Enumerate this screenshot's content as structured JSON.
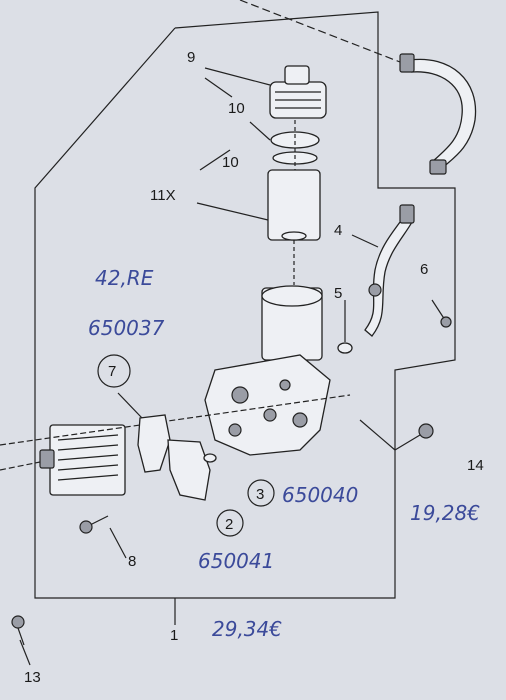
{
  "part_numbers": {
    "p9": "9",
    "p10a": "10",
    "p10b": "10",
    "p11": "11X",
    "p4": "4",
    "p6": "6",
    "p5": "5",
    "p7": "7",
    "p3": "3",
    "p2": "2",
    "p8": "8",
    "p14": "14",
    "p1": "1",
    "p13": "13"
  },
  "handwritten": {
    "price_top": "42,RE",
    "code_top": "650037",
    "code_3": "650040",
    "price_14": "19,28€",
    "code_2": "650041",
    "price_total": "29,34€"
  },
  "colors": {
    "ink": "#222222",
    "handwriting": "#3b4a9a",
    "paper": "#dcdfe6"
  }
}
